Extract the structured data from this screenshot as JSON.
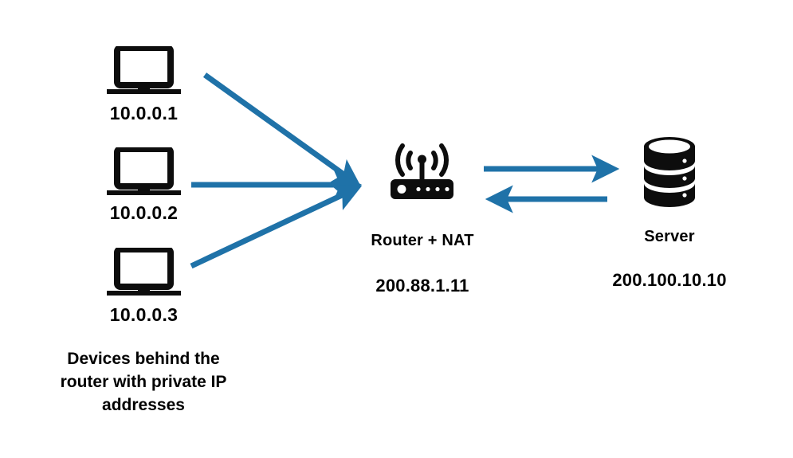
{
  "diagram": {
    "title": "NAT network diagram",
    "background_color": "#ffffff",
    "arrow_color": "#1f72a8",
    "icon_color": "#0d0d0d",
    "text_color": "#000000"
  },
  "clients": [
    {
      "icon": "laptop-icon",
      "ip": "10.0.0.1"
    },
    {
      "icon": "laptop-icon",
      "ip": "10.0.0.2"
    },
    {
      "icon": "laptop-icon",
      "ip": "10.0.0.3"
    }
  ],
  "router": {
    "icon": "wifi-router-icon",
    "name": "Router + NAT",
    "ip": "200.88.1.11"
  },
  "server": {
    "icon": "database-server-icon",
    "name": "Server",
    "ip": "200.100.10.10"
  },
  "caption": {
    "text": "Devices behind the\nrouter with private IP\naddresses"
  },
  "connections": {
    "clients_to_router": [
      {
        "from": "10.0.0.1",
        "to": "Router + NAT",
        "direction": "to-router"
      },
      {
        "from": "10.0.0.2",
        "to": "Router + NAT",
        "direction": "to-router"
      },
      {
        "from": "10.0.0.3",
        "to": "Router + NAT",
        "direction": "to-router"
      }
    ],
    "router_to_server": [
      {
        "from": "Router + NAT",
        "to": "Server",
        "direction": "rightward"
      },
      {
        "from": "Server",
        "to": "Router + NAT",
        "direction": "leftward"
      }
    ]
  }
}
